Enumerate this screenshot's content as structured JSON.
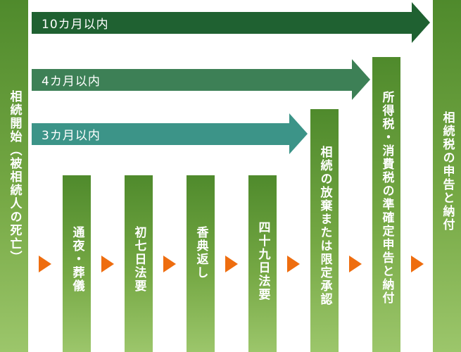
{
  "steps": {
    "start": "相続開始（被相続人の死亡）",
    "wake_funeral": "通夜・葬儀",
    "seventh_day": "初七日法要",
    "return_gift": "香典返し",
    "forty_ninth_day": "四十九日法要",
    "renunciation": "相続の放棄または限定承認",
    "income_tax_return": "所得税・消費税の準確定申告と納付",
    "inheritance_tax_return": "相続税の申告と納付"
  },
  "deadlines": {
    "ten_months": "10カ月以内",
    "four_months": "4カ月以内",
    "three_months": "3カ月以内"
  },
  "colors": {
    "ten_months": "#1f6131",
    "four_months": "#3d8056",
    "three_months": "#3c9488",
    "column": "#6aa23c",
    "step_arrow": "#ee6d0f"
  }
}
